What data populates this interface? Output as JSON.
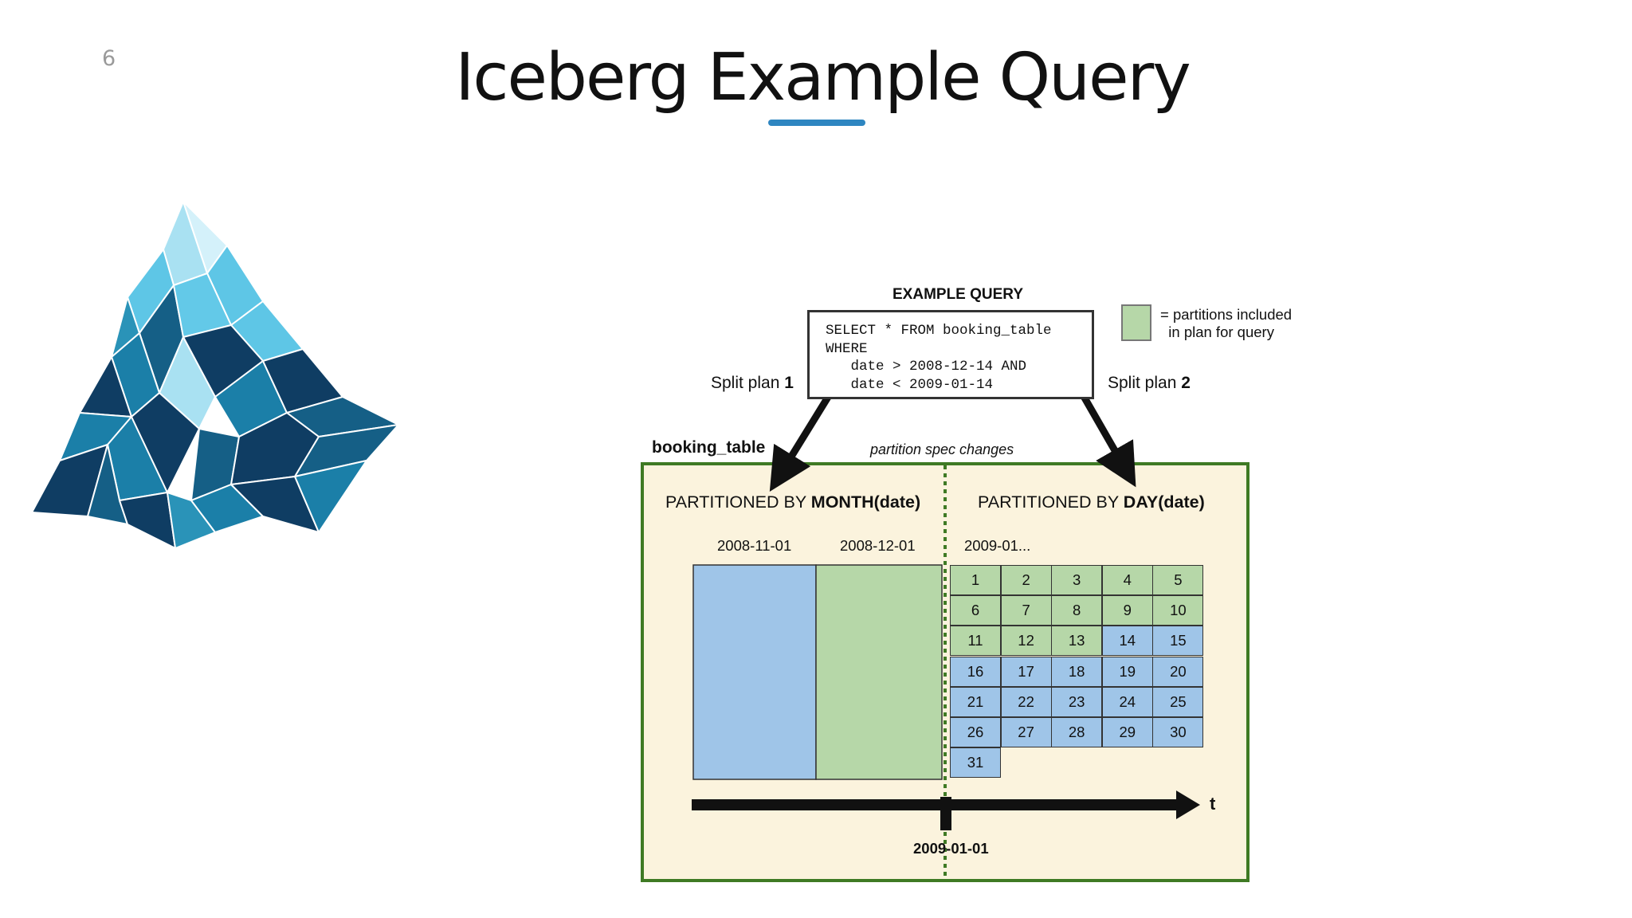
{
  "slide": {
    "number": "6",
    "title": "Iceberg Example Query"
  },
  "diagram": {
    "query_header": "EXAMPLE QUERY",
    "query_lines": [
      "SELECT * FROM booking_table",
      "WHERE",
      "   date > 2008-12-14 AND",
      "   date < 2009-01-14"
    ],
    "legend": "= partitions included\n  in plan for query",
    "split_plan_1": {
      "text": "Split plan ",
      "num": "1"
    },
    "split_plan_2": {
      "text": "Split plan ",
      "num": "2"
    },
    "table_name": "booking_table",
    "spec_changes": "partition spec changes",
    "month_section": {
      "prefix": "PARTITIONED BY ",
      "bold": "MONTH(date)"
    },
    "day_section": {
      "prefix": "PARTITIONED BY ",
      "bold": "DAY(date)"
    },
    "month_partitions": [
      {
        "label": "2008-11-01",
        "included": false
      },
      {
        "label": "2008-12-01",
        "included": true
      }
    ],
    "day_header": "2009-01...",
    "days": [
      {
        "d": "1",
        "included": true
      },
      {
        "d": "2",
        "included": true
      },
      {
        "d": "3",
        "included": true
      },
      {
        "d": "4",
        "included": true
      },
      {
        "d": "5",
        "included": true
      },
      {
        "d": "6",
        "included": true
      },
      {
        "d": "7",
        "included": true
      },
      {
        "d": "8",
        "included": true
      },
      {
        "d": "9",
        "included": true
      },
      {
        "d": "10",
        "included": true
      },
      {
        "d": "11",
        "included": true
      },
      {
        "d": "12",
        "included": true
      },
      {
        "d": "13",
        "included": true
      },
      {
        "d": "14",
        "included": false
      },
      {
        "d": "15",
        "included": false
      },
      {
        "d": "16",
        "included": false
      },
      {
        "d": "17",
        "included": false
      },
      {
        "d": "18",
        "included": false
      },
      {
        "d": "19",
        "included": false
      },
      {
        "d": "20",
        "included": false
      },
      {
        "d": "21",
        "included": false
      },
      {
        "d": "22",
        "included": false
      },
      {
        "d": "23",
        "included": false
      },
      {
        "d": "24",
        "included": false
      },
      {
        "d": "25",
        "included": false
      },
      {
        "d": "26",
        "included": false
      },
      {
        "d": "27",
        "included": false
      },
      {
        "d": "28",
        "included": false
      },
      {
        "d": "29",
        "included": false
      },
      {
        "d": "30",
        "included": false
      },
      {
        "d": "31",
        "included": false
      }
    ],
    "axis_date": "2009-01-01",
    "axis_label": "t",
    "colors": {
      "included": "#b6d7a8",
      "excluded": "#9fc5e8",
      "panel_bg": "#fbf3dd",
      "panel_border": "#3f7a24",
      "accent": "#2e86c1"
    }
  }
}
